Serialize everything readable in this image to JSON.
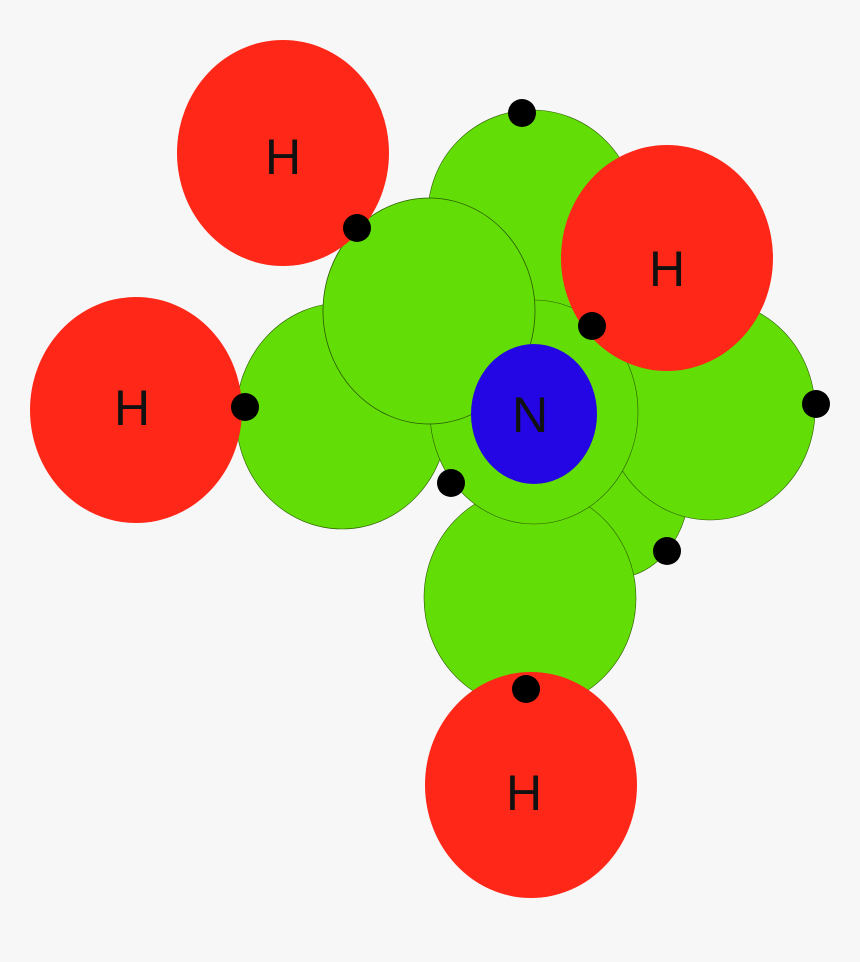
{
  "colors": {
    "background": "#f7f7f7",
    "orbital": "#62dd06",
    "hydrogen": "#ff2718",
    "nitrogen": "#2405e3",
    "electron": "#000000",
    "label": "#111111"
  },
  "atoms": {
    "nitrogen": {
      "label": "N"
    },
    "hydrogens": [
      {
        "label": "H"
      },
      {
        "label": "H"
      },
      {
        "label": "H"
      },
      {
        "label": "H"
      }
    ]
  }
}
